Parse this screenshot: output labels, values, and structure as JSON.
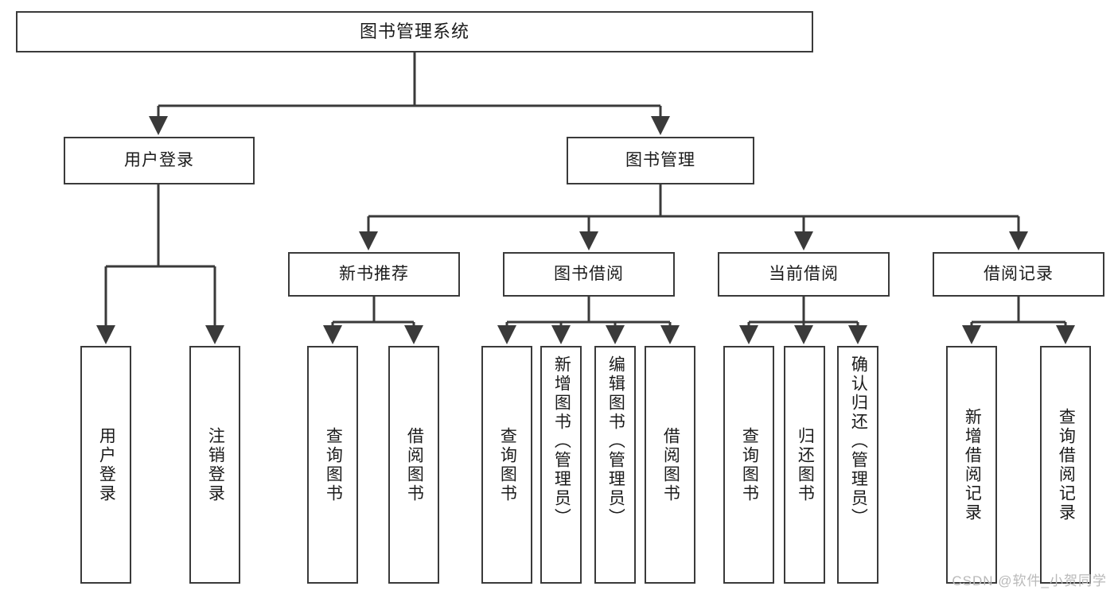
{
  "diagram": {
    "title": "图书管理系统",
    "root": {
      "label": "图书管理系统"
    },
    "level2": [
      {
        "label": "用户登录"
      },
      {
        "label": "图书管理"
      }
    ],
    "level3": [
      {
        "label": "新书推荐"
      },
      {
        "label": "图书借阅"
      },
      {
        "label": "当前借阅"
      },
      {
        "label": "借阅记录"
      }
    ],
    "leaves": {
      "user_login": [
        {
          "label": "用户登录"
        },
        {
          "label": "注销登录"
        }
      ],
      "new_book": [
        {
          "label": "查询图书"
        },
        {
          "label": "借阅图书"
        }
      ],
      "book_borrow": [
        {
          "label": "查询图书"
        },
        {
          "label": "新增图书（管理员）"
        },
        {
          "label": "编辑图书（管理员）"
        },
        {
          "label": "借阅图书"
        }
      ],
      "current_borrow": [
        {
          "label": "查询图书"
        },
        {
          "label": "归还图书"
        },
        {
          "label": "确认归还（管理员）"
        }
      ],
      "borrow_record": [
        {
          "label": "新增借阅记录"
        },
        {
          "label": "查询借阅记录"
        }
      ]
    }
  },
  "watermark": {
    "text": "CSDN @软件_小贺同学"
  },
  "colors": {
    "border": "#3a3a3a",
    "text": "#1b1b1b",
    "background": "#ffffff",
    "watermark": "#b9b9b9"
  }
}
